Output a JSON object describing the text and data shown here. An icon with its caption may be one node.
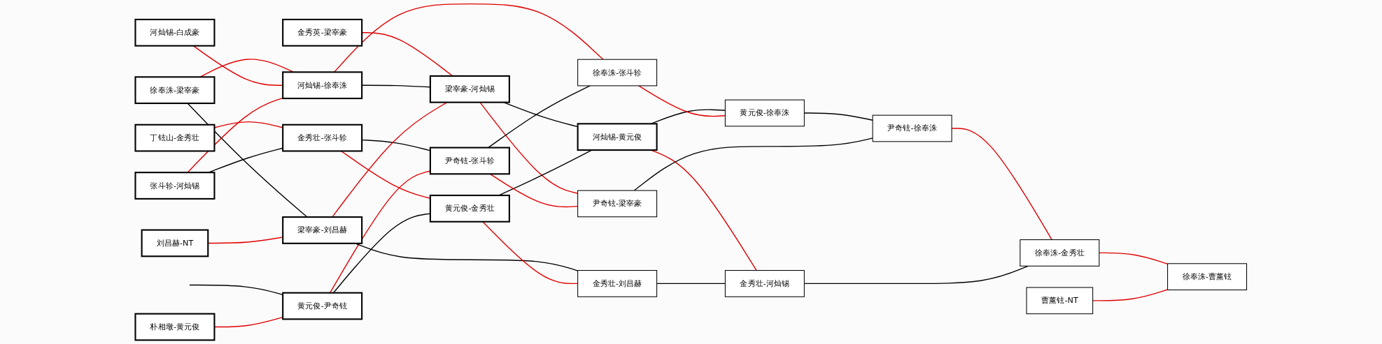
{
  "diagram": {
    "nodes": [
      {
        "text": [
          "徐奉洙-梁宰豪"
        ]
      },
      {
        "text": [
          "河灿锡-白成豪"
        ]
      },
      {
        "text": [
          "丁铉山-金秀壮"
        ]
      },
      {
        "text": [
          "张斗轸-河灿锡"
        ]
      },
      {
        "text": [
          "朴相墩-黄元俊"
        ]
      },
      {
        "text": [
          "刘昌赫-NT"
        ]
      },
      {
        "text": [
          "金秀英-梁宰豪"
        ]
      },
      {
        "text": [
          "河灿锡-徐奉洙"
        ]
      },
      {
        "text": [
          "金秀壮-张斗轸"
        ]
      },
      {
        "text": [
          "黄元俊-尹奇铉"
        ]
      },
      {
        "text": [
          "梁宰豪-刘昌赫"
        ]
      },
      {
        "text": [
          "梁宰豪-河灿锡"
        ]
      },
      {
        "text": [
          "黄元俊-金秀壮"
        ]
      },
      {
        "text": [
          "尹奇铉-张斗轸"
        ]
      },
      {
        "text": [
          "河灿锡-黄元俊"
        ]
      },
      {
        "text": [
          "徐奉洙-张斗轸"
        ]
      },
      {
        "text": [
          "黄元俊-徐奉洙"
        ]
      },
      {
        "text": [
          "尹奇铉-梁宰豪"
        ]
      },
      {
        "text": [
          "金秀壮-刘昌赫"
        ]
      },
      {
        "text": [
          "尹奇铉-徐奉洙"
        ]
      },
      {
        "text": [
          "金秀壮-河灿锡"
        ]
      },
      {
        "text": [
          "徐奉洙-金秀壮"
        ]
      },
      {
        "text": [
          "徐奉洙-曹薰铉"
        ]
      },
      {
        "text": [
          "曹薰铉-NT"
        ]
      }
    ],
    "edges": [
      {
        "from": 0,
        "to": 7,
        "arrow": "none"
      },
      {
        "from": 0,
        "to": 10,
        "arrow": "none",
        "color": "#000000"
      },
      {
        "from": 1,
        "to": 7,
        "arrow": "none"
      },
      {
        "from": 2,
        "to": 8,
        "arrow": "none"
      },
      {
        "from": 3,
        "to": 7,
        "arrow": "none"
      },
      {
        "from": 3,
        "to": 8,
        "arrow": "none",
        "color": "#000000"
      },
      {
        "from": null,
        "to": 9,
        "arrow": "none",
        "color": "#000000"
      },
      {
        "from": 4,
        "to": 9,
        "arrow": "none"
      },
      {
        "from": 5,
        "to": 10,
        "arrow": "none"
      },
      {
        "from": 6,
        "to": 11,
        "arrow": "none"
      },
      {
        "from": 7,
        "to": 11,
        "arrow": "none",
        "color": "#000000"
      },
      {
        "from": 7,
        "to": 15,
        "arrow": "none"
      },
      {
        "from": 8,
        "to": 12,
        "arrow": "none"
      },
      {
        "from": 8,
        "to": 13,
        "arrow": "none",
        "color": "#000000"
      },
      {
        "from": 9,
        "to": 12,
        "arrow": "none",
        "color": "#000000"
      },
      {
        "from": 9,
        "to": 13,
        "arrow": "none"
      },
      {
        "from": 10,
        "to": 11,
        "arrow": "none"
      },
      {
        "from": 10,
        "to": 18,
        "arrow": "none",
        "color": "#000000"
      },
      {
        "from": 11,
        "to": 14,
        "arrow": "none",
        "color": "#000000"
      },
      {
        "from": 11,
        "to": 17,
        "arrow": "none"
      },
      {
        "from": 12,
        "to": 14,
        "arrow": "none",
        "color": "#000000"
      },
      {
        "from": 12,
        "to": 18,
        "arrow": "none"
      },
      {
        "from": 13,
        "to": 15,
        "arrow": "none",
        "color": "#000000"
      },
      {
        "from": 13,
        "to": 17,
        "arrow": "none"
      },
      {
        "from": 14,
        "to": 16,
        "arrow": "none",
        "color": "#000000"
      },
      {
        "from": 14,
        "to": 20,
        "arrow": "none"
      },
      {
        "from": 15,
        "to": 16,
        "arrow": "none"
      },
      {
        "from": 16,
        "to": 19,
        "arrow": "none",
        "color": "#000000"
      },
      {
        "from": 17,
        "to": 19,
        "arrow": "none",
        "color": "#000000"
      },
      {
        "from": 18,
        "to": 20,
        "arrow": "none",
        "color": "#000000"
      },
      {
        "from": 19,
        "to": 21,
        "arrow": "none"
      },
      {
        "from": 20,
        "to": 21,
        "arrow": "none",
        "color": "#000000"
      },
      {
        "from": 21,
        "to": 22,
        "arrow": "none"
      },
      {
        "from": 23,
        "to": 22,
        "arrow": "none"
      }
    ]
  }
}
